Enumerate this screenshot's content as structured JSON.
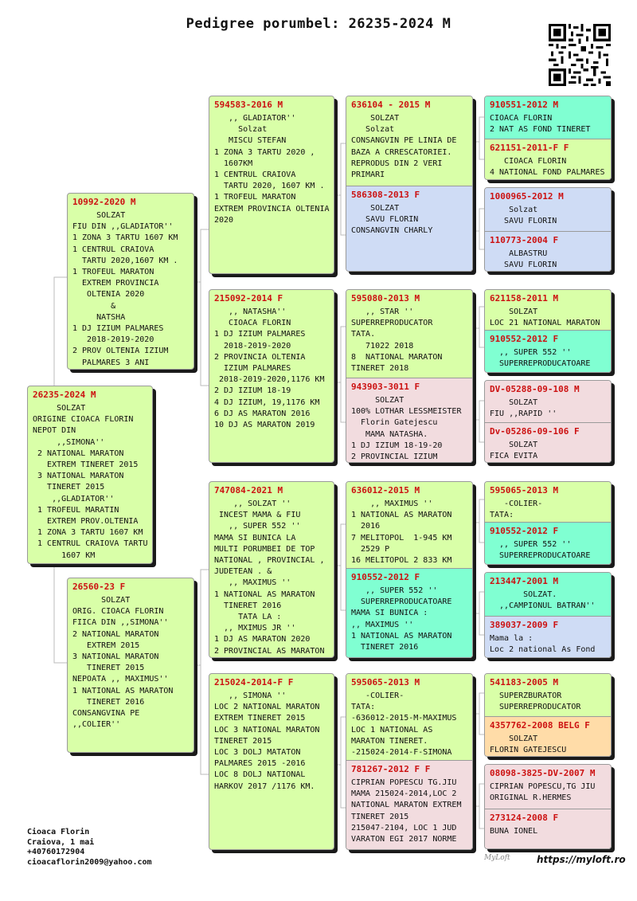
{
  "title": "Pedigree porumbel: 26235-2024 M",
  "owner": {
    "name": "Cioaca Florin",
    "city": "Craiova, 1 mai",
    "phone": "+40760172904",
    "email": "cioacaflorin2009@yahoo.com"
  },
  "website": "https://myloft.ro",
  "signature": "MyLoft",
  "colors": {
    "green": "#d9ffa8",
    "blue": "#cfdcf5",
    "pink": "#f2dcdf",
    "teal": "#80ffd2",
    "orange": "#ffdca8",
    "ring_red": "#cc1111"
  },
  "pigeons": {
    "subject": {
      "id": "26235-2024 M",
      "text": "     SOLZAT\nORIGINE CIOACA FLORIN\nNEPOT DIN\n     ,,SIMONA''\n 2 NATIONAL MARATON\n   EXTREM TINERET 2015\n 3 NATIONAL MARATON\n   TINERET 2015\n    ,,GLADIATOR''\n 1 TROFEUL MARATIN\n   EXTREM PROV.OLTENIA\n 1 ZONA 3 TARTU 1607 KM\n 1 CENTRUL CRAIOVA TARTU\n      1607 KM"
    },
    "sire": {
      "id": "10992-2020 M",
      "text": "     SOLZAT\nFIU DIN ,,GLADIATOR''\n1 ZONA 3 TARTU 1607 KM\n1 CENTRUL CRAIOVA\n  TARTU 2020,1607 KM .\n1 TROFEUL MARATON\n  EXTREM PROVINCIA\n   OLTENIA 2020\n        &\n     NATSHA\n1 DJ IZIUM PALMARES\n   2018-2019-2020\n2 PROV OLTENIA IZIUM\n  PALMARES 3 ANI"
    },
    "dam": {
      "id": "26560-23 F",
      "text": "      SOLZAT\nORIG. CIOACA FLORIN\nFIICA DIN ,,SIMONA''\n2 NATIONAL MARATON\n   EXTREM 2015\n3 NATIONAL MARATON\n   TINERET 2015\nNEPOATA ,, MAXIMUS''\n1 NATIONAL AS MARATON\n   TINERET 2016\nCONSANGVINA PE\n,,COLIER''"
    },
    "ss": {
      "id": "594583-2016 M",
      "text": "   ,, GLADIATOR''\n     Solzat\n   MISCU STEFAN\n1 ZONA 3 TARTU 2020 ,\n  1607KM\n1 CENTRUL CRAIOVA\n  TARTU 2020, 1607 KM .\n1 TROFEUL MARATON\nEXTREM PROVINCIA OLTENIA\n2020"
    },
    "sd": {
      "id": "215092-2014 F",
      "text": "   ,, NATASHA''\n   CIOACA FLORIN\n1 DJ IZIUM PALMARES\n  2018-2019-2020\n2 PROVINCIA OLTENIA\n  IZIUM PALMARES\n 2018-2019-2020,1176 KM\n2 DJ IZIUM 18-19\n4 DJ IZIUM, 19,1176 KM\n6 DJ AS MARATON 2016\n10 DJ AS MARATON 2019"
    },
    "ds": {
      "id": "747084-2021 M",
      "text": "    ,, SOLZAT ''\n INCEST MAMA & FIU\n   ,, SUPER 552 ''\nMAMA SI BUNICA LA\nMULTI PORUMBEI DE TOP\nNATIONAL , PROVINCIAL ,\nJUDETEAN . &\n   ,, MAXIMUS ''\n1 NATIONAL AS MARATON\n  TINERET 2016\n     TATA LA :\n  ,, MXIMUS JR ''\n1 DJ AS MARATON 2020\n2 PROVINCIAL AS MARATON"
    },
    "dd": {
      "id": "215024-2014-F F",
      "text": "   ,, SIMONA ''\nLOC 2 NATIONAL MARATON\nEXTREM TINERET 2015\nLOC 3 NATIONAL MARATON\nTINERET 2015\nLOC 3 DOLJ MATATON\nPALMARES 2015 -2016\nLOC 8 DOLJ NATIONAL\nHARKOV 2017 /1176 KM."
    },
    "sss": {
      "id": "636104 - 2015 M",
      "text": "    SOLZAT\n   Solzat\nCONSANGVIN PE LINIA DE\nBAZA A CRRESCATORIEI.\nREPRODUS DIN 2 VERI\nPRIMARI"
    },
    "ssd": {
      "id": "586308-2013 F",
      "text": "    SOLZAT\n   SAVU FLORIN\nCONSANGVIN CHARLY"
    },
    "sds": {
      "id": "595080-2013 M",
      "text": "   ,, STAR ''\nSUPERREPRODUCATOR\nTATA.\n   71022 2018\n8  NATIONAL MARATON\nTINERET 2018"
    },
    "sdd": {
      "id": "943903-3011 F",
      "text": "     SOLZAT\n100% LOTHAR LESSMEISTER\n  Florin Gatejescu\n   MAMA NATASHA.\n1 DJ IZIUM 18-19-20\n2 PROVINCIAL IZIUM"
    },
    "dss": {
      "id": "636012-2015 M",
      "text": "    ,, MAXIMUS ''\n1 NATIONAL AS MARATON\n  2016\n7 MELITOPOL  1-945 KM\n  2529 P\n16 MELITOPOL 2 833 KM"
    },
    "dsd": {
      "id": "910552-2012 F",
      "text": "   ,, SUPER 552 ''\n  SUPERREPRODUCATOARE\nMAMA SI BUNICA :\n,, MAXIMUS ''\n1 NATIONAL AS MARATON\n  TINERET 2016"
    },
    "dds": {
      "id": "595065-2013 M",
      "text": "   -COLIER-\nTATA:\n-636012-2015-M-MAXIMUS\nLOC 1 NATIONAL AS\nMARATON TINERET.\n-215024-2014-F-SIMONA"
    },
    "ddd": {
      "id": "781267-2012 F F",
      "text": "CIPRIAN POPESCU TG.JIU\nMAMA 215024-2014,LOC 2\nNATIONAL MARATON EXTREM\nTINERET 2015\n215047-2104, LOC 1 JUD\nVARATON EGI 2017 NORME"
    },
    "g1": {
      "id": "910551-2012 M",
      "text": "CIOACA FLORIN\n2 NAT AS FOND TINERET"
    },
    "g2": {
      "id": "621151-2011-F F",
      "text": "   CIOACA FLORIN\n4 NATIONAL FOND PALMARES"
    },
    "g3": {
      "id": "1000965-2012 M",
      "text": "    Solzat\n   SAVU FLORIN"
    },
    "g4": {
      "id": "110773-2004 F",
      "text": "    ALBASTRU\n   SAVU FLORIN"
    },
    "g5": {
      "id": "621158-2011 M",
      "text": "    SOLZAT\nLOC 21 NATIONAL MARATON"
    },
    "g6": {
      "id": "910552-2012 F",
      "text": "  ,, SUPER 552 ''\n  SUPERREPRODUCATOARE"
    },
    "g7": {
      "id": "DV-05288-09-108 M",
      "text": "    SOLZAT\nFIU ,,RAPID ''"
    },
    "g8": {
      "id": "Dv-05286-09-106 F",
      "text": "    SOLZAT\nFICA EVITA"
    },
    "g9": {
      "id": "595065-2013 M",
      "text": "   -COLIER-\nTATA:"
    },
    "g10": {
      "id": "910552-2012 F",
      "text": "  ,, SUPER 552 ''\n  SUPERREPRODUCATOARE"
    },
    "g11": {
      "id": "213447-2001 M",
      "text": "       SOLZAT.\n  ,,CAMPIONUL BATRAN''"
    },
    "g12": {
      "id": "389037-2009 F",
      "text": "Mama la :\nLoc 2 national As Fond"
    },
    "g13": {
      "id": "541183-2005 M",
      "text": "  SUPERZBURATOR\n  SUPERREPRODUCATOR"
    },
    "g14": {
      "id": "4357762-2008 BELG F",
      "text": "    SOLZAT\nFLORIN GATEJESCU"
    },
    "g15": {
      "id": "08098-3825-DV-2007 M",
      "text": "CIPRIAN POPESCU,TG JIU\nORIGINAL R.HERMES"
    },
    "g16": {
      "id": "273124-2008 F",
      "text": "BUNA IONEL"
    }
  }
}
